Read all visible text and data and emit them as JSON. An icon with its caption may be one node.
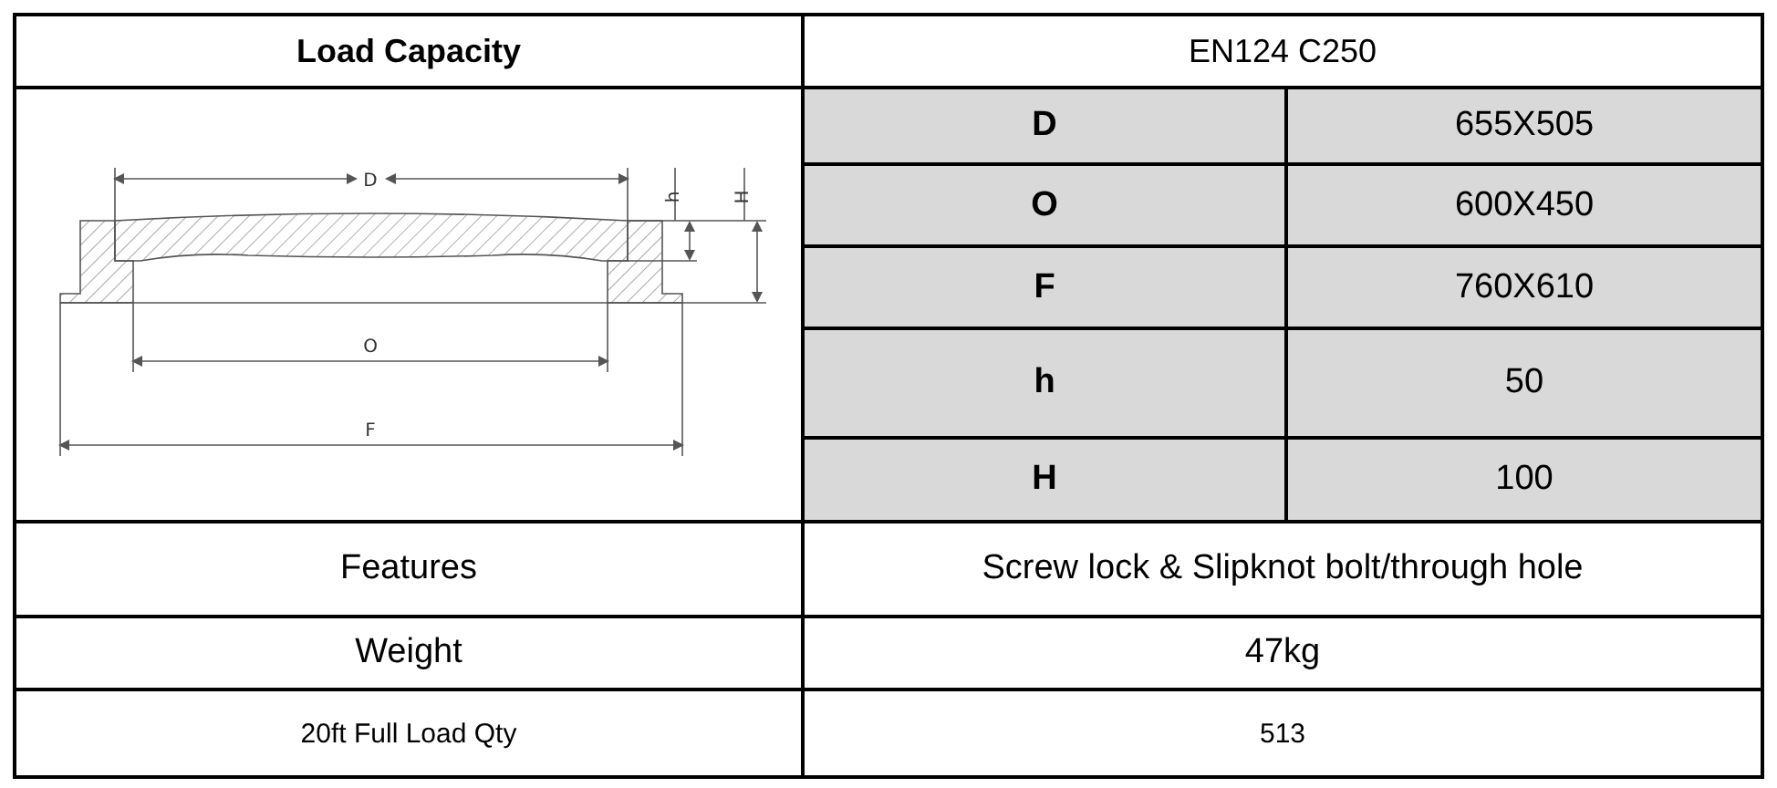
{
  "diagram": {
    "labels": [
      "Load Capacity",
      "EN124 C250",
      "D",
      "h",
      "H",
      "O",
      "F",
      "D",
      "655X505",
      "O",
      "600X450",
      "F",
      "760X610",
      "h",
      "50",
      "H",
      "100",
      "Features",
      "Screw lock & Slipknot bolt/through hole",
      "Weight",
      "47kg",
      "20ft Full Load Qty",
      "513"
    ]
  }
}
